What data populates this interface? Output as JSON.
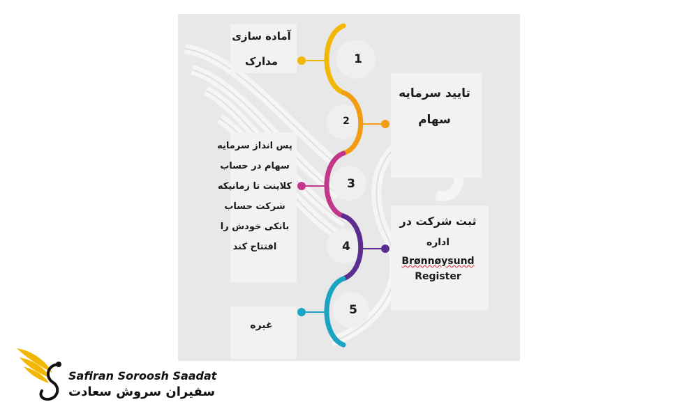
{
  "steps": [
    {
      "number": "1",
      "color": "#f2b705",
      "text": [
        "آماده سازی",
        "مدارک"
      ]
    },
    {
      "number": "2",
      "color": "#f39c12",
      "text": [
        "تایید سرمایه",
        "سهام"
      ]
    },
    {
      "number": "3",
      "color": "#c2378a",
      "text": [
        "پس انداز سرمایه",
        "سهام در حساب",
        "کلاینت تا زمانیکه",
        "شرکت حساب",
        "بانکی خودش را",
        "افتتاح کند"
      ]
    },
    {
      "number": "4",
      "color": "#5b2d8e",
      "text": [
        "ثبت شرکت در",
        "اداره",
        "Brønnøysund",
        "Register"
      ]
    },
    {
      "number": "5",
      "color": "#1aa3c2",
      "text": [
        "غیره"
      ]
    }
  ],
  "logo": {
    "name_en": "Safiran Soroosh Saadat",
    "name_fa": "سفیران سروش سعادت",
    "colors": {
      "gold": "#f2b705",
      "dark": "#111111"
    },
    "icon": "bird-wing-logo-icon"
  }
}
